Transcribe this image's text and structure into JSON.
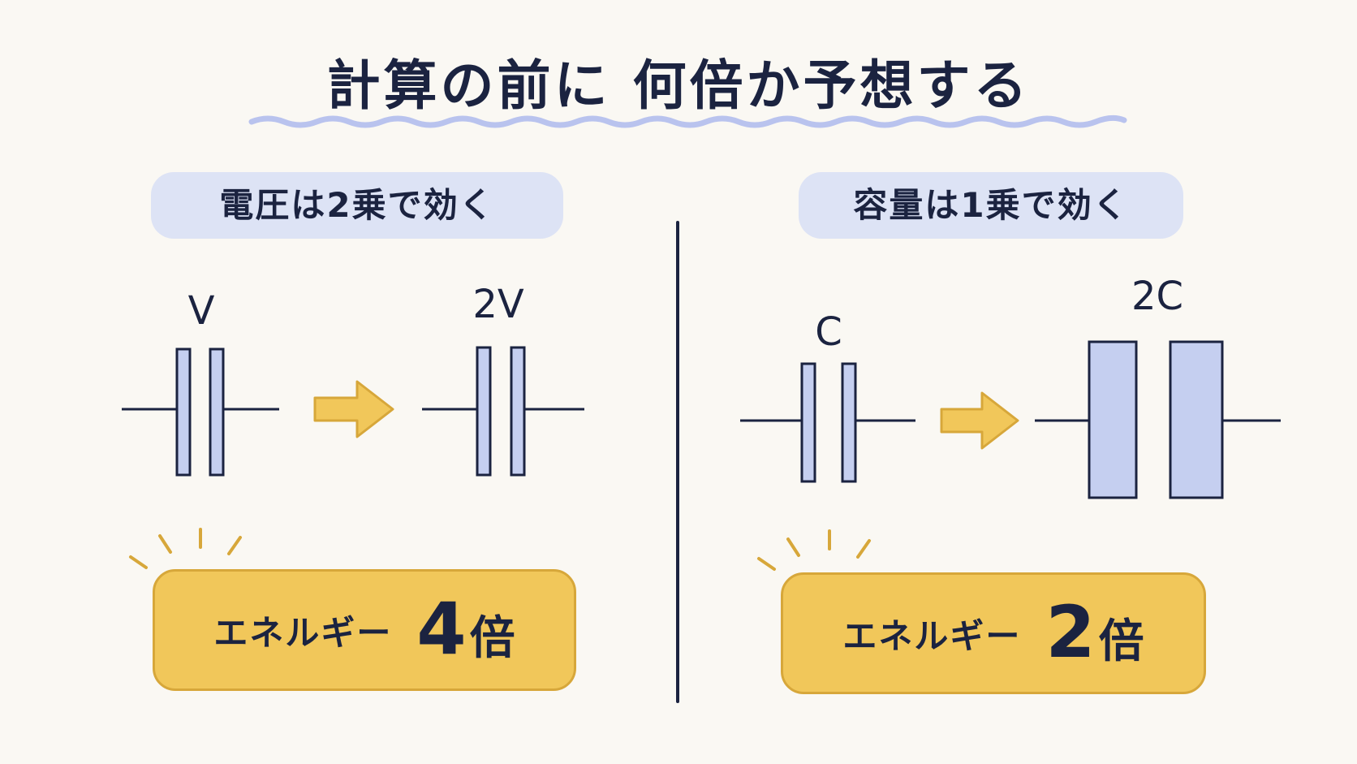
{
  "title": "計算の前に 何倍か予想する",
  "left_panel": {
    "heading": "電圧は2乗で効く",
    "before_label": "V",
    "after_label": "2V",
    "result_word": "エネルギー",
    "result_number": "4",
    "result_unit": "倍"
  },
  "right_panel": {
    "heading": "容量は1乗で効く",
    "before_label": "C",
    "after_label": "2C",
    "result_word": "エネルギー",
    "result_number": "2",
    "result_unit": "倍"
  },
  "colors": {
    "ink": "#1b2340",
    "plate_fill": "#c5cff0",
    "arrow_fill": "#f1c75a",
    "arrow_stroke": "#d7a73a",
    "pill_bg": "#dde3f5",
    "underline": "#b9c3ee",
    "spark": "#d7a73a"
  },
  "icons": {
    "arrow": "right-arrow-icon",
    "spark": "sparkle-icon",
    "capacitor": "capacitor-icon"
  }
}
